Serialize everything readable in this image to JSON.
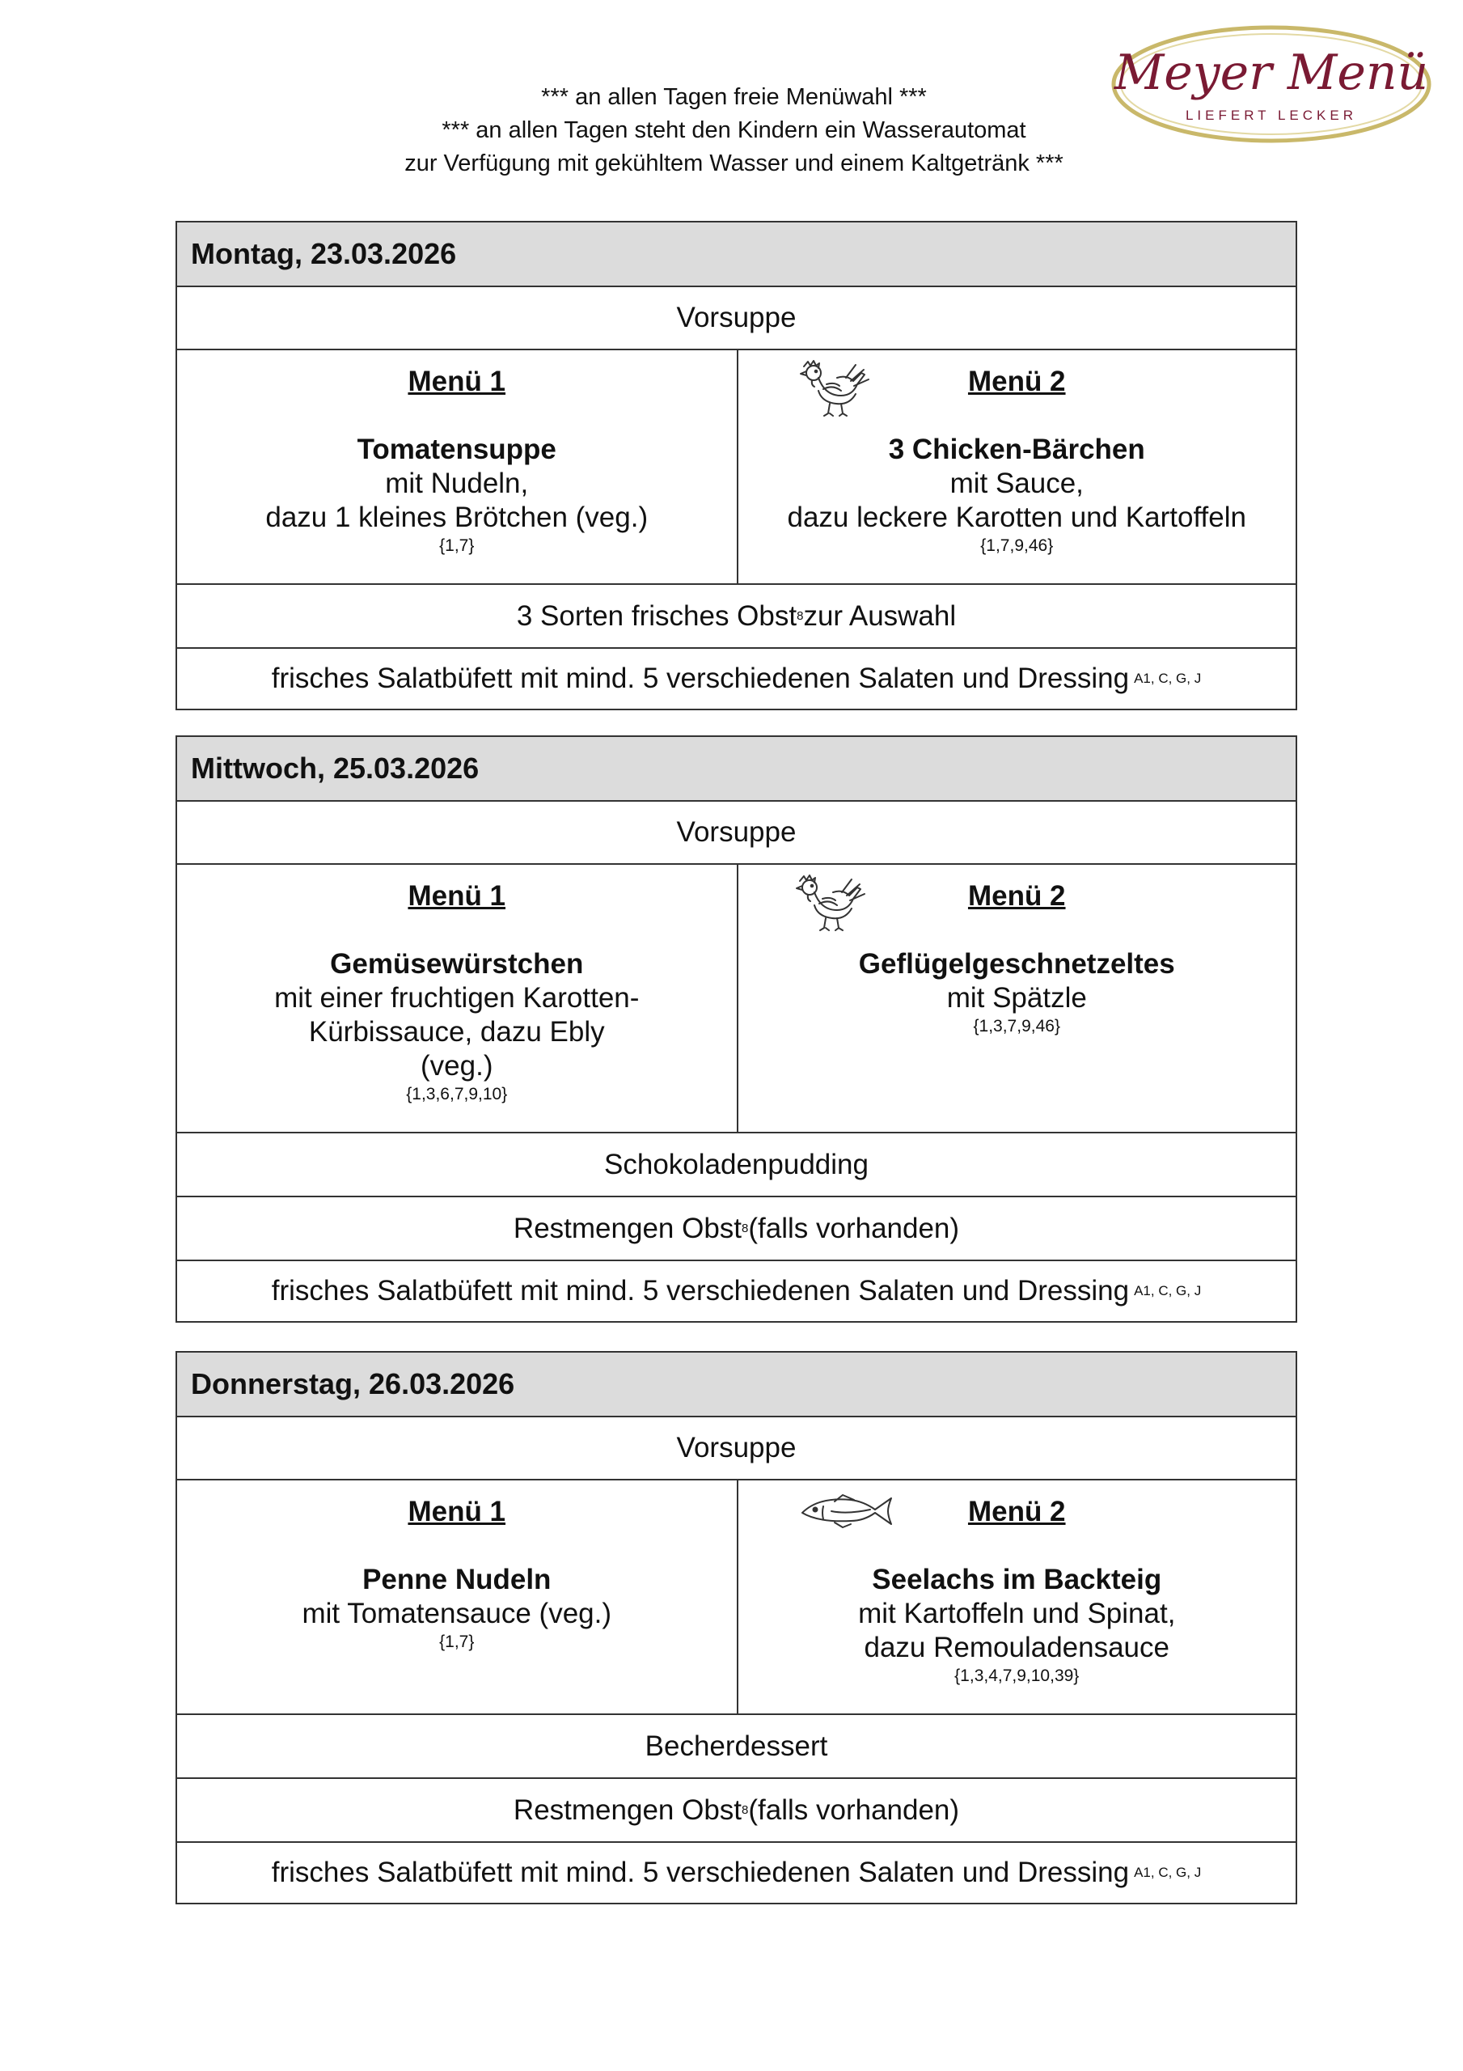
{
  "logo": {
    "brand": "Meyer Menü",
    "tagline": "LIEFERT LECKER",
    "colors": {
      "brand": "#7a1a33",
      "ring": "#c9b86a"
    }
  },
  "intro": {
    "line1": "*** an allen Tagen freie Menüwahl ***",
    "line2": "*** an allen Tagen steht den Kindern ein Wasserautomat",
    "line3": "zur Verfügung mit gekühltem Wasser und einem Kaltgetränk ***"
  },
  "days": [
    {
      "title": "Montag, 23.03.2026",
      "soup": "Vorsuppe",
      "menu1": {
        "label": "Menü 1",
        "name": "Tomatensuppe",
        "desc1": "mit Nudeln,",
        "desc2": "dazu 1 kleines Brötchen (veg.)",
        "allergens": "{1,7}"
      },
      "menu2": {
        "label": "Menü 2",
        "icon": "chicken-icon",
        "name": "3 Chicken-Bärchen",
        "desc1": "mit Sauce,",
        "desc2": "dazu leckere Karotten und Kartoffeln",
        "allergens": "{1,7,9,46}"
      },
      "fruit": {
        "text": "3 Sorten frisches Obst",
        "sup": "8",
        "suffix": " zur Auswahl"
      },
      "salad": {
        "text": "frisches Salatbüfett mit mind. 5 verschiedenen Salaten und Dressing",
        "sup": "A1, C, G, J"
      }
    },
    {
      "title": "Mittwoch, 25.03.2026",
      "soup": "Vorsuppe",
      "menu1": {
        "label": "Menü 1",
        "name": "Gemüsewürstchen",
        "desc1": "mit einer fruchtigen Karotten-",
        "desc2": "Kürbissauce, dazu Ebly",
        "desc3": "(veg.)",
        "allergens": "{1,3,6,7,9,10}"
      },
      "menu2": {
        "label": "Menü 2",
        "icon": "chicken-icon",
        "name": "Geflügelgeschnetzeltes",
        "desc1": "mit Spätzle",
        "allergens": "{1,3,7,9,46}"
      },
      "dessert": "Schokoladenpudding",
      "fruit": {
        "text": "Restmengen Obst",
        "sup": "8",
        "suffix": " (falls vorhanden)"
      },
      "salad": {
        "text": "frisches Salatbüfett mit mind. 5 verschiedenen Salaten und Dressing",
        "sup": "A1, C, G, J"
      }
    },
    {
      "title": "Donnerstag, 26.03.2026",
      "soup": "Vorsuppe",
      "menu1": {
        "label": "Menü 1",
        "name": "Penne Nudeln",
        "desc1": "mit Tomatensauce (veg.)",
        "allergens": "{1,7}"
      },
      "menu2": {
        "label": "Menü 2",
        "icon": "fish-icon",
        "name": "Seelachs im Backteig",
        "desc1": "mit Kartoffeln und Spinat,",
        "desc2": "dazu Remouladensauce",
        "allergens": "{1,3,4,7,9,10,39}"
      },
      "dessert": "Becherdessert",
      "fruit": {
        "text": "Restmengen Obst",
        "sup": "8",
        "suffix": " (falls vorhanden)"
      },
      "salad": {
        "text": "frisches Salatbüfett mit mind. 5 verschiedenen Salaten und Dressing",
        "sup": "A1, C, G, J"
      }
    }
  ]
}
